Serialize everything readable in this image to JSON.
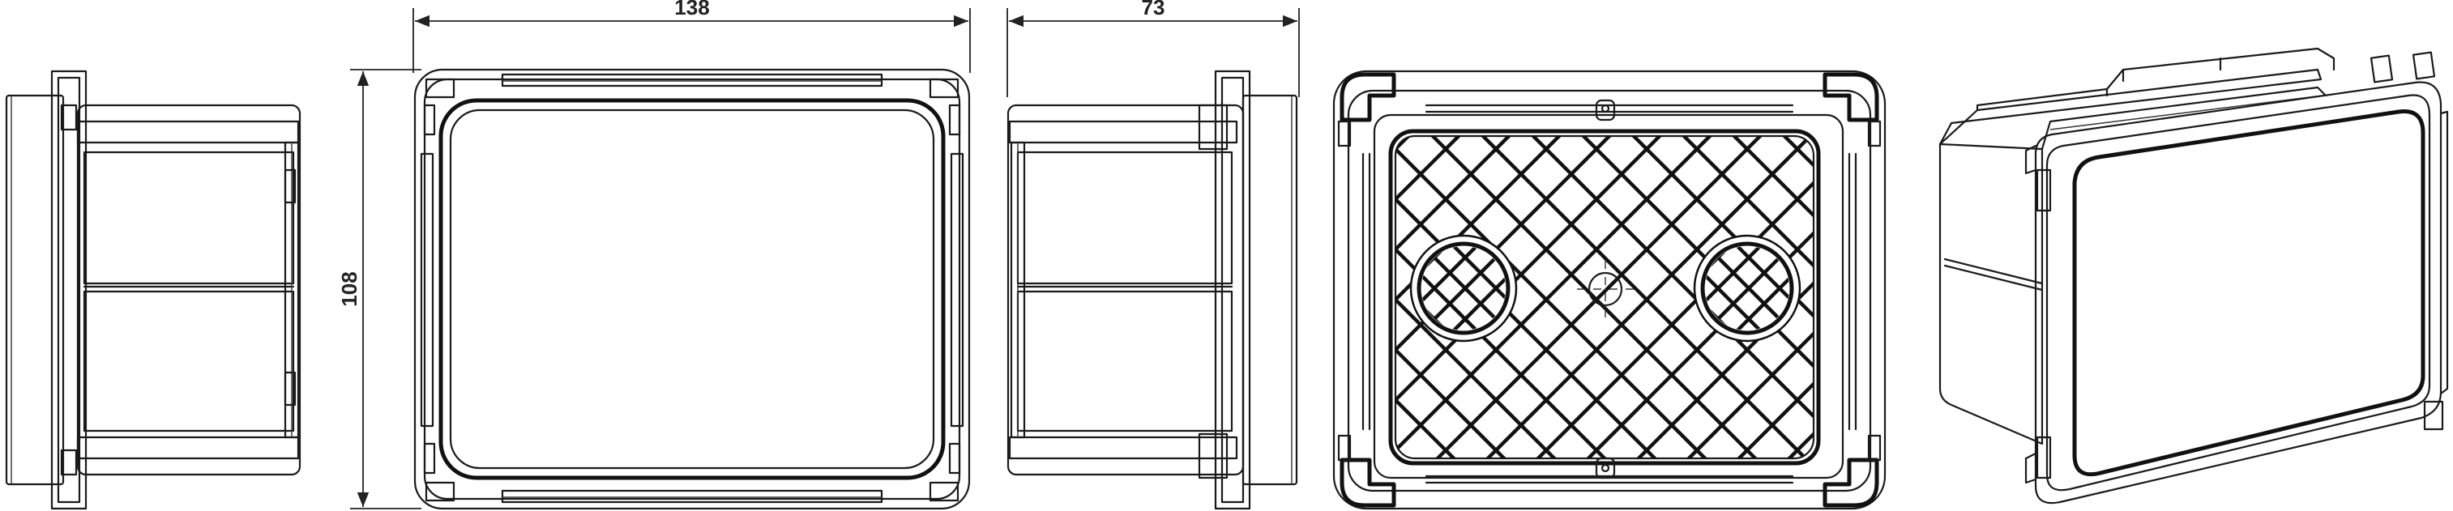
{
  "dimensions": {
    "width_label": "138",
    "depth_label": "73",
    "height_label": "108"
  },
  "views": [
    {
      "id": "left-side-view"
    },
    {
      "id": "front-view"
    },
    {
      "id": "right-side-view"
    },
    {
      "id": "back-view"
    },
    {
      "id": "isometric-view"
    }
  ]
}
